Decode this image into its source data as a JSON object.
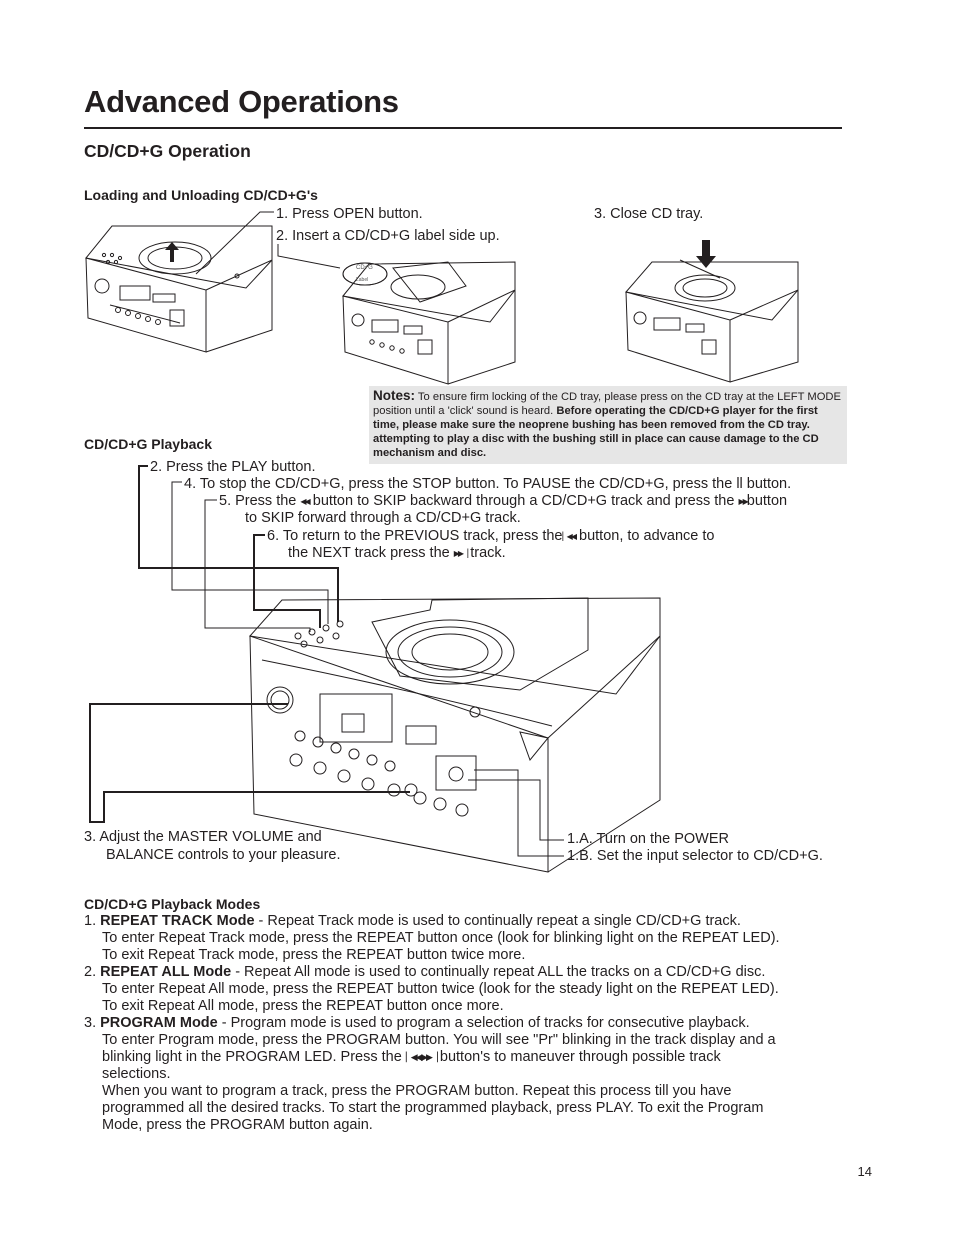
{
  "page_title": "Advanced Operations",
  "section_title": "CD/CD+G Operation",
  "loading": {
    "heading": "Loading and Unloading CD/CD+G's",
    "step1": "1. Press OPEN button.",
    "step2": "2. Insert a CD/CD+G label side up.",
    "step3": "3. Close CD tray.",
    "disc_label": "CD+G",
    "disc_label2": "Label"
  },
  "notes": {
    "heading": "Notes:",
    "text": "To ensure firm locking of the CD tray, please press on the CD  tray at the LEFT MODE  position until a 'click' sound is heard.",
    "bold": "Before operating the CD/CD+G player for the first time, please make sure the neoprene bushing has been removed from the CD tray. attempting to play a disc with the bushing still in place can cause damage to the CD mechanism and disc."
  },
  "playback": {
    "heading": "CD/CD+G Playback",
    "step2": "2.  Press the PLAY button.",
    "step4": "4.  To stop the CD/CD+G, press the STOP button. To PAUSE the CD/CD+G, press the ll button.",
    "step5a": "5.  Press the",
    "step5b": "button to SKIP backward through a CD/CD+G track and press the",
    "step5c": "button",
    "step5d": "to  SKIP  forward through a CD/CD+G track.",
    "step6a": "6.  To return to the PREVIOUS track, press the",
    "step6b": "button, to advance to",
    "step6c": "the NEXT track press  the",
    "step6d": "track.",
    "step3a": "3.  Adjust the MASTER VOLUME and",
    "step3b": "BALANCE controls to your pleasure.",
    "step1a": "1.A. Turn on the POWER",
    "step1b": "1.B. Set the input selector to CD/CD+G."
  },
  "modes": {
    "heading": "CD/CD+G Playback Modes",
    "m1_num": "1.",
    "m1_name": "REPEAT TRACK Mode",
    "m1_desc": " - Repeat Track mode is used to continually repeat a single CD/CD+G track.",
    "m1_l2": "To enter Repeat Track mode, press the REPEAT button once (look for blinking light on the REPEAT LED).",
    "m1_l3": "To exit Repeat Track mode, press the REPEAT button twice more.",
    "m2_num": "2.",
    "m2_name": "REPEAT ALL Mode",
    "m2_desc": " - Repeat All mode is used to continually repeat ALL the tracks on a CD/CD+G disc.",
    "m2_l2": "To enter Repeat All mode, press the REPEAT button twice (look for the steady light on the REPEAT LED).",
    "m2_l3": "To exit Repeat All mode, press the REPEAT button once more.",
    "m3_num": "3.",
    "m3_name": "PROGRAM Mode",
    "m3_desc": " - Program mode is used to program a selection of tracks for consecutive playback.",
    "m3_l2": "To enter Program mode, press the PROGRAM button. You will see \"Pr\" blinking in the track display and a",
    "m3_l3a": "blinking light in the PROGRAM LED. Press the",
    "m3_l3b": "button's to maneuver through possible track",
    "m3_l4": "selections.",
    "m3_l5": "When you want to program a track, press the PROGRAM button. Repeat this process till you have",
    "m3_l6": "programmed all the desired tracks. To start the programmed playback, press PLAY. To exit the Program",
    "m3_l7": "Mode, press the PROGRAM button again."
  },
  "page_number": "14"
}
